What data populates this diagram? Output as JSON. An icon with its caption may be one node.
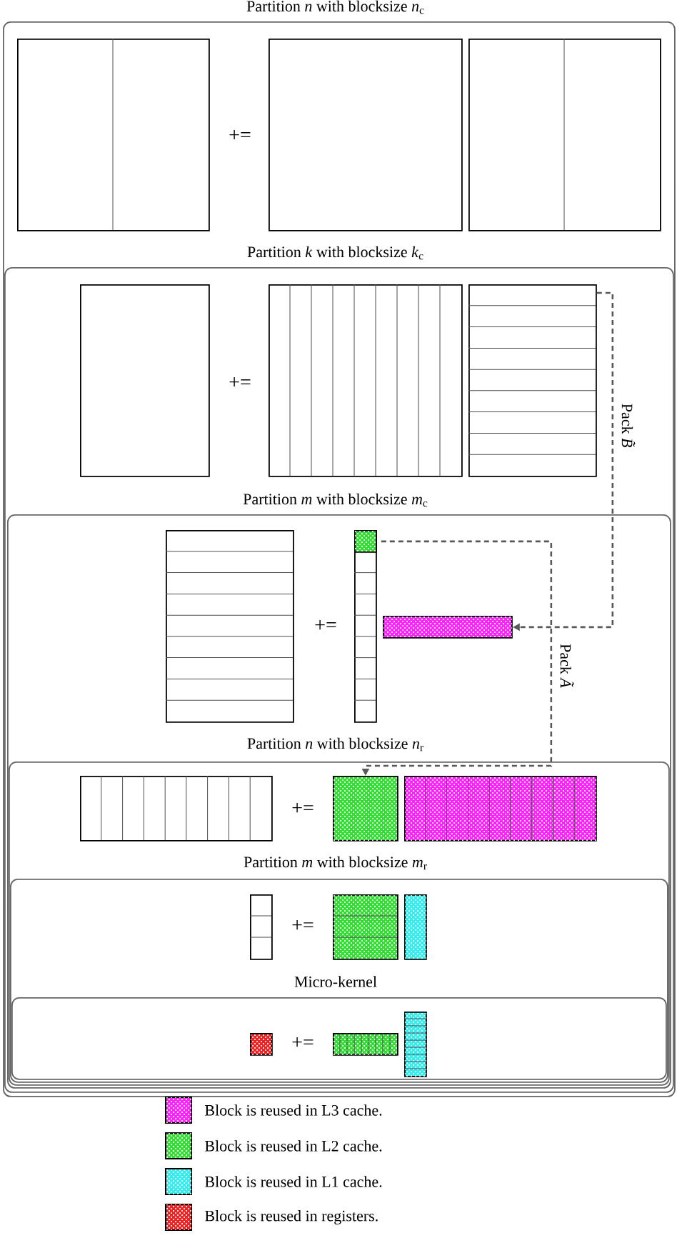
{
  "diagram": {
    "nodes": [
      {
        "text": [
          "Partition *n* with blocksize *n*$_{c}$"
        ]
      },
      {
        "text": [],
        "shape": "box",
        "in": 0
      },
      {
        "text": [],
        "shape": "box",
        "in": 0
      },
      {
        "text": [],
        "shape": "box",
        "in": 0
      },
      {
        "text": [
          "Partition *k* with blocksize *k*$_{c}$"
        ],
        "in": 0
      },
      {
        "text": [],
        "shape": "box",
        "in": 4
      },
      {
        "text": [],
        "shape": "box",
        "in": 4
      },
      {
        "text": [],
        "shape": "box",
        "in": 4
      },
      {
        "text": [
          "Partition *m* with blocksize *m*$_{c}$"
        ],
        "in": 4
      },
      {
        "text": [],
        "shape": "box",
        "in": 8
      },
      {
        "text": [],
        "shape": "box",
        "in": 8
      },
      {
        "text": [],
        "shape": "box",
        "in": 10
      },
      {
        "text": [],
        "shape": "box",
        "in": 8
      },
      {
        "text": [
          "Partition *n* with blocksize *n*$_{r}$"
        ],
        "in": 8
      },
      {
        "text": [],
        "shape": "box",
        "in": 13
      },
      {
        "text": [],
        "shape": "box",
        "in": 13
      },
      {
        "text": [],
        "shape": "box",
        "in": 13
      },
      {
        "text": [
          "Partition *m* with blocksize *m*$_{r}$"
        ],
        "in": 13
      },
      {
        "text": [],
        "shape": "box",
        "in": 17
      },
      {
        "text": [],
        "shape": "box",
        "in": 17
      },
      {
        "text": [],
        "shape": "box",
        "in": 17
      },
      {
        "text": [
          "Micro-kernel"
        ],
        "in": 17
      },
      {
        "text": [],
        "shape": "box",
        "in": 21
      },
      {
        "text": [],
        "shape": "box",
        "in": 21
      },
      {
        "text": [],
        "shape": "box",
        "in": 21
      }
    ],
    "edges": [
      {
        "from": 7,
        "to": 12,
        "arrow": "to",
        "label": "Pack *B̃*",
        "style": "dashed"
      },
      {
        "from": 11,
        "to": 15,
        "arrow": "to",
        "label": "Pack *Ã*",
        "style": "dashed"
      }
    ],
    "labels": [
      "+=",
      "+=",
      "+=",
      "+=",
      "+=",
      "+="
    ],
    "legend": [
      {
        "text": "Block is reused in L3 cache.",
        "color": "#ff22ff"
      },
      {
        "text": "Block is reused in L2 cache.",
        "color": "#33dd33"
      },
      {
        "text": "Block is reused in L1 cache.",
        "color": "#33eeee"
      },
      {
        "text": "Block is reused in registers.",
        "color": "#ee2222"
      }
    ]
  }
}
